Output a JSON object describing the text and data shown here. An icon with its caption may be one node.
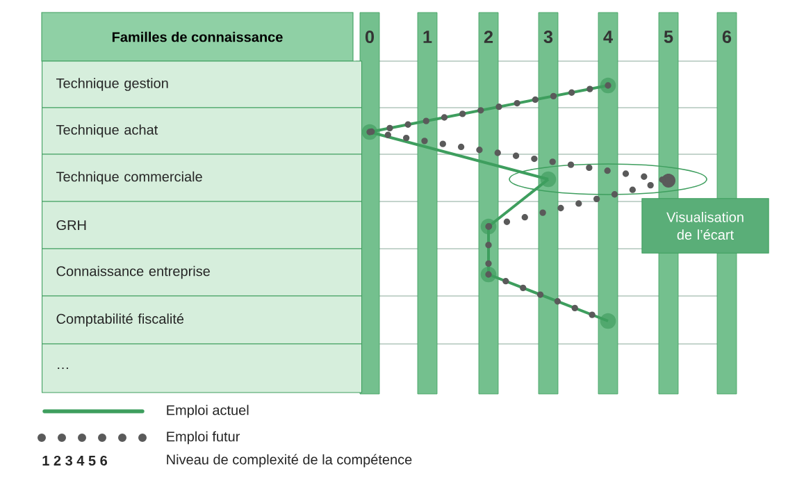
{
  "diagram": {
    "nodes": [
      {
        "text": [
          "Familles de connaissance"
        ]
      },
      {
        "text": [
          "Technique gestion"
        ]
      },
      {
        "text": [
          "Technique achat"
        ]
      },
      {
        "text": [
          "Technique commerciale"
        ]
      },
      {
        "text": [
          "GRH"
        ]
      },
      {
        "text": [
          "Connaissance entreprise"
        ]
      },
      {
        "text": [
          "Comptabilité fiscalité"
        ]
      },
      {
        "text": [
          "…"
        ]
      },
      {
        "text": [
          "Visualisation de l’écart"
        ]
      },
      {
        "text": [],
        "shape": "circle"
      },
      {
        "text": [],
        "shape": "circle"
      },
      {
        "text": [],
        "shape": "circle"
      },
      {
        "text": [],
        "shape": "circle"
      },
      {
        "text": [],
        "shape": "circle"
      },
      {
        "text": [],
        "shape": "circle"
      },
      {
        "text": [],
        "shape": "circle"
      }
    ],
    "edges": [
      {
        "from": 9,
        "to": 10,
        "arrow": "none"
      },
      {
        "from": 10,
        "to": 11,
        "arrow": "none"
      },
      {
        "from": 11,
        "to": 13,
        "arrow": "none"
      },
      {
        "from": 13,
        "to": 14,
        "arrow": "none"
      },
      {
        "from": 14,
        "to": 15,
        "arrow": "none"
      },
      {
        "from": 9,
        "to": 10,
        "arrow": "none",
        "style": "dashed",
        "color": "#5a5a5a"
      },
      {
        "from": 10,
        "to": 12,
        "arrow": "none",
        "style": "dashed",
        "color": "#5a5a5a"
      },
      {
        "from": 12,
        "to": 13,
        "arrow": "none",
        "style": "dashed",
        "color": "#5a5a5a"
      },
      {
        "from": 13,
        "to": 14,
        "arrow": "none",
        "style": "dashed",
        "color": "#5a5a5a"
      },
      {
        "from": 14,
        "to": 15,
        "arrow": "none",
        "style": "dashed",
        "color": "#5a5a5a"
      }
    ],
    "labels": [
      "0",
      "1",
      "2",
      "3",
      "4",
      "5",
      "6",
      "1 2 3 4 5 6"
    ],
    "legend": [
      {
        "text": "Emploi actuel"
      },
      {
        "text": "Emploi futur"
      },
      {
        "text": "Niveau de complexité de la compétence"
      }
    ]
  }
}
